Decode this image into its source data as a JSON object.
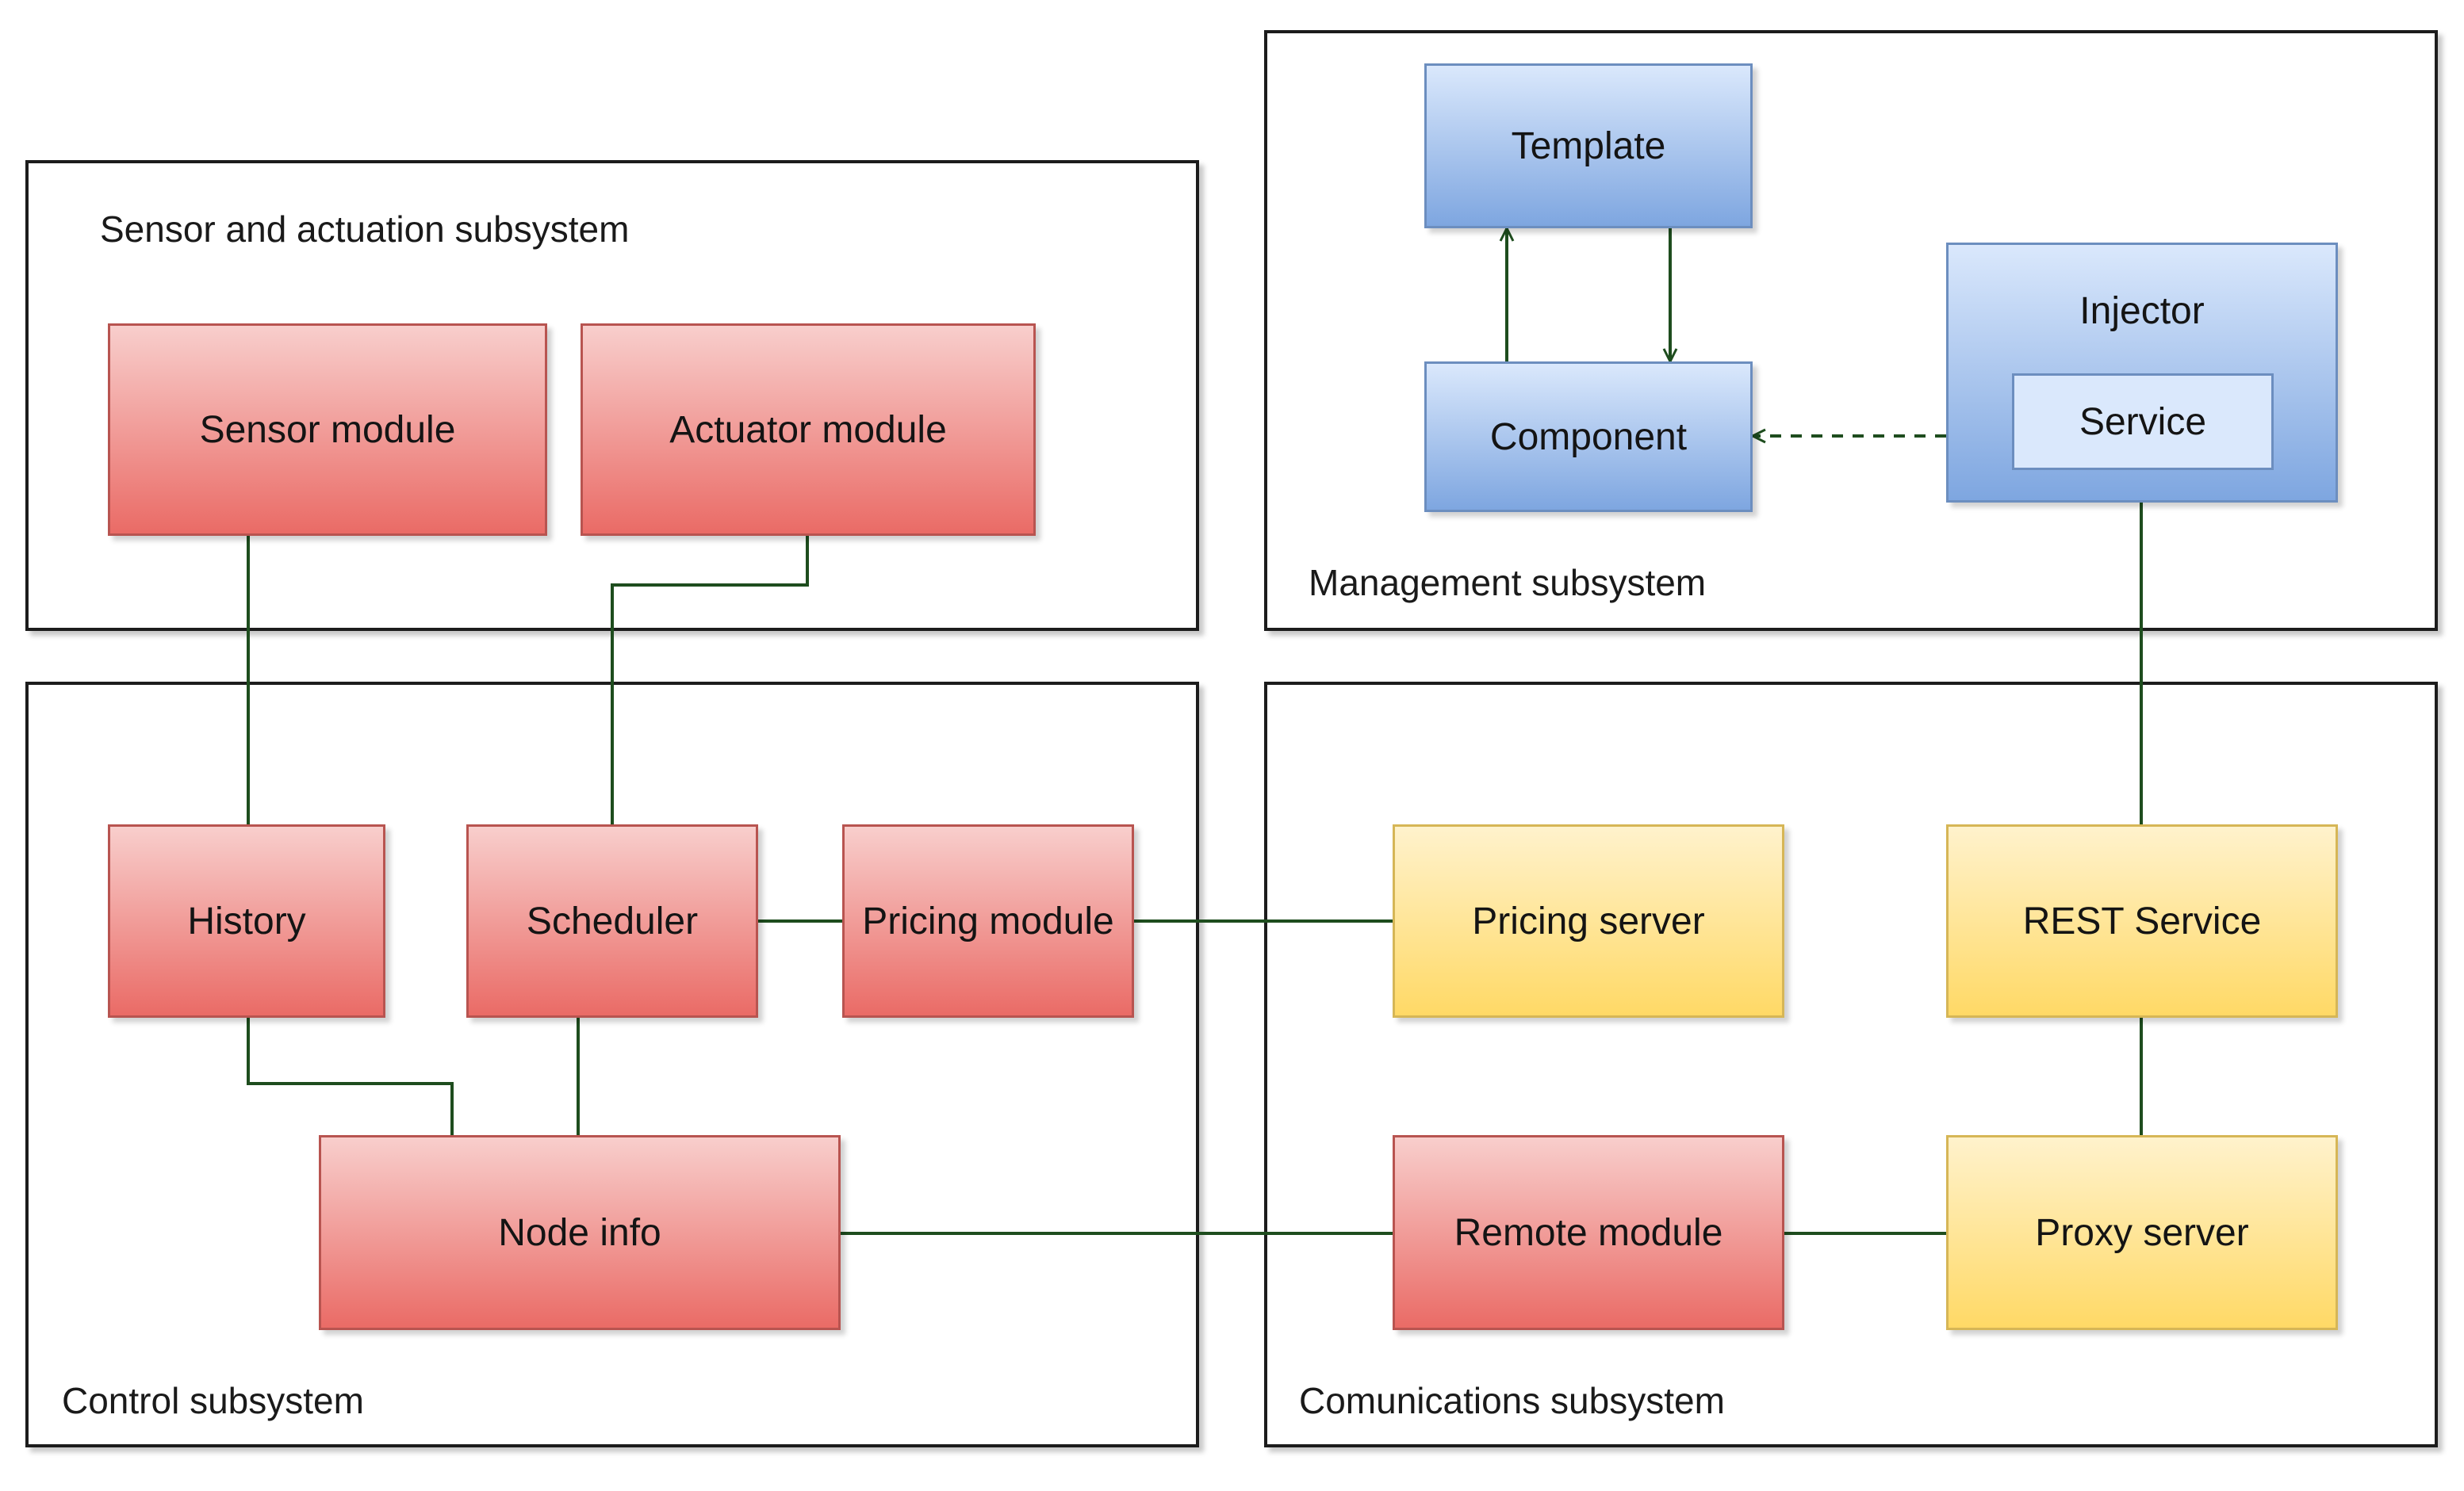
{
  "subsystems": {
    "sensor_actuation": "Sensor and actuation subsystem",
    "management": "Management subsystem",
    "control": "Control subsystem",
    "communications": "Comunications subsystem"
  },
  "nodes": {
    "sensor_module": "Sensor module",
    "actuator_module": "Actuator module",
    "template": "Template",
    "component": "Component",
    "injector": "Injector",
    "service": "Service",
    "history": "History",
    "scheduler": "Scheduler",
    "pricing_module": "Pricing module",
    "node_info": "Node info",
    "pricing_server": "Pricing server",
    "rest_service": "REST Service",
    "remote_module": "Remote module",
    "proxy_server": "Proxy server"
  },
  "colors": {
    "component_red": "#ea6b66",
    "component_yellow": "#ffd966",
    "component_blue": "#7ea6e0",
    "connector": "#1e4d1e"
  }
}
